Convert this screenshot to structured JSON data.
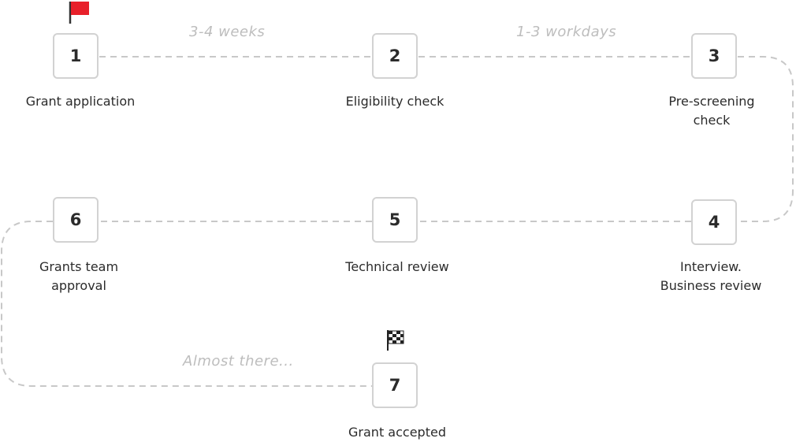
{
  "colors": {
    "connector": "#c8c8c8",
    "box_border": "#d2d2d2",
    "text": "#2b2b2b",
    "duration_text": "#bdbdbd",
    "start_flag": "#e8202a",
    "finish_flag": "#222222"
  },
  "icons": {
    "start": "red-flag-icon",
    "finish": "checkered-flag-icon"
  },
  "steps": [
    {
      "number": "1",
      "label": "Grant application"
    },
    {
      "number": "2",
      "label": "Eligibility check"
    },
    {
      "number": "3",
      "label": "Pre-screening check"
    },
    {
      "number": "4",
      "label": "Interview. Business review"
    },
    {
      "number": "5",
      "label": "Technical review"
    },
    {
      "number": "6",
      "label": "Grants team approval"
    },
    {
      "number": "7",
      "label": "Grant accepted"
    }
  ],
  "durations": {
    "step1_to_2": "3-4 weeks",
    "step2_to_3": "1-3 workdays",
    "step6_to_7": "Almost there..."
  }
}
